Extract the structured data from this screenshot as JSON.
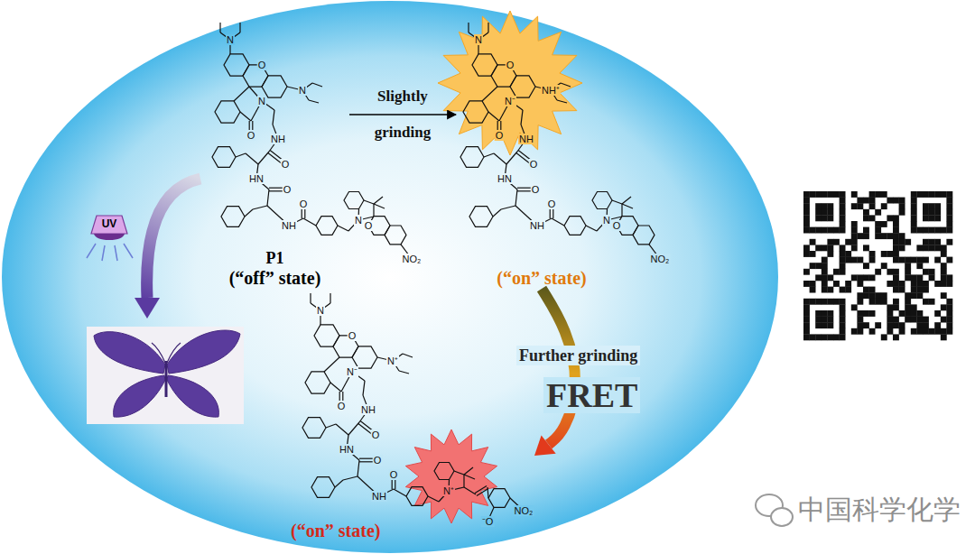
{
  "diagram": {
    "nodes": [
      {
        "text": [
          "P1",
          "(“off” state)"
        ]
      },
      {
        "text": [
          "(“on” state)"
        ]
      },
      {
        "text": [
          "(“on” state)"
        ]
      },
      {
        "text": [
          "UV"
        ]
      }
    ],
    "edges": [
      {
        "from": 0,
        "to": 1,
        "arrow": "to",
        "label": "Slightly grinding"
      },
      {
        "from": 1,
        "to": 2,
        "arrow": "to",
        "label": "Further grinding"
      }
    ],
    "labels": [
      "FRET",
      "中国科学化学",
      "N",
      "N",
      "O",
      "O",
      "N",
      "NH",
      "O",
      "HN",
      "O",
      "NH",
      "O",
      "N",
      "O",
      "NO₂",
      "N",
      "NH⁺",
      "O",
      "O",
      "N⁻",
      "NH",
      "O",
      "HN",
      "O",
      "NH",
      "O",
      "N",
      "O",
      "NO₂",
      "N",
      "N⁺",
      "O",
      "O",
      "N⁻",
      "NH",
      "O",
      "HN",
      "O",
      "NH",
      "O",
      "N⁺",
      "⁻O",
      "NO₂"
    ]
  }
}
